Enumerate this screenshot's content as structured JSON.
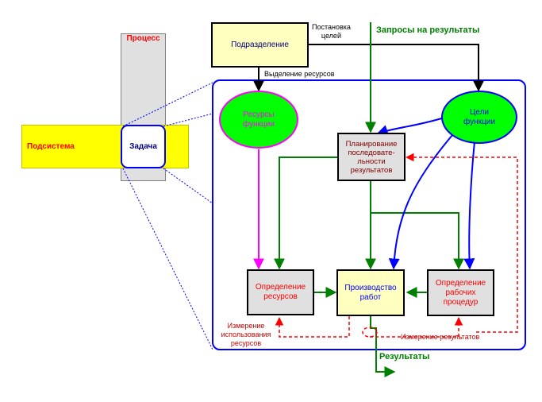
{
  "labels": {
    "process": "Процесс",
    "subsystem": "Подсистема",
    "task": "Задача",
    "division": "Подразделение",
    "goal_setting": "Постановка\nцелей",
    "requests": "Запросы на результаты",
    "resource_allocation": "Выделение ресурсов",
    "resources_functions": "Ресурсы\nфункции",
    "goals_functions": "Цели\nфункции",
    "planning": "Планирование\nпоследовате-\nльности\nрезультатов",
    "resource_definition": "Определение\nресурсов",
    "production": "Производство\nработ",
    "procedure_definition": "Определение\nрабочих\nпроцедур",
    "usage_measurement": "Измерение\nиспользования\nресурсов",
    "results_measurement": "Измерение результатов",
    "results": "Результаты"
  },
  "colors": {
    "process_bg": "#e0e0e0",
    "subsystem_bg": "#ffff00",
    "division_bg": "#ffffc0",
    "box_bg": "#e0e0e0",
    "ellipse_fill": "#00ff00",
    "blue": "#0000ff",
    "green": "#008000",
    "magenta": "#ff00ff",
    "red": "#ff0000",
    "dark_red": "#cc0000",
    "navy": "#000080"
  }
}
